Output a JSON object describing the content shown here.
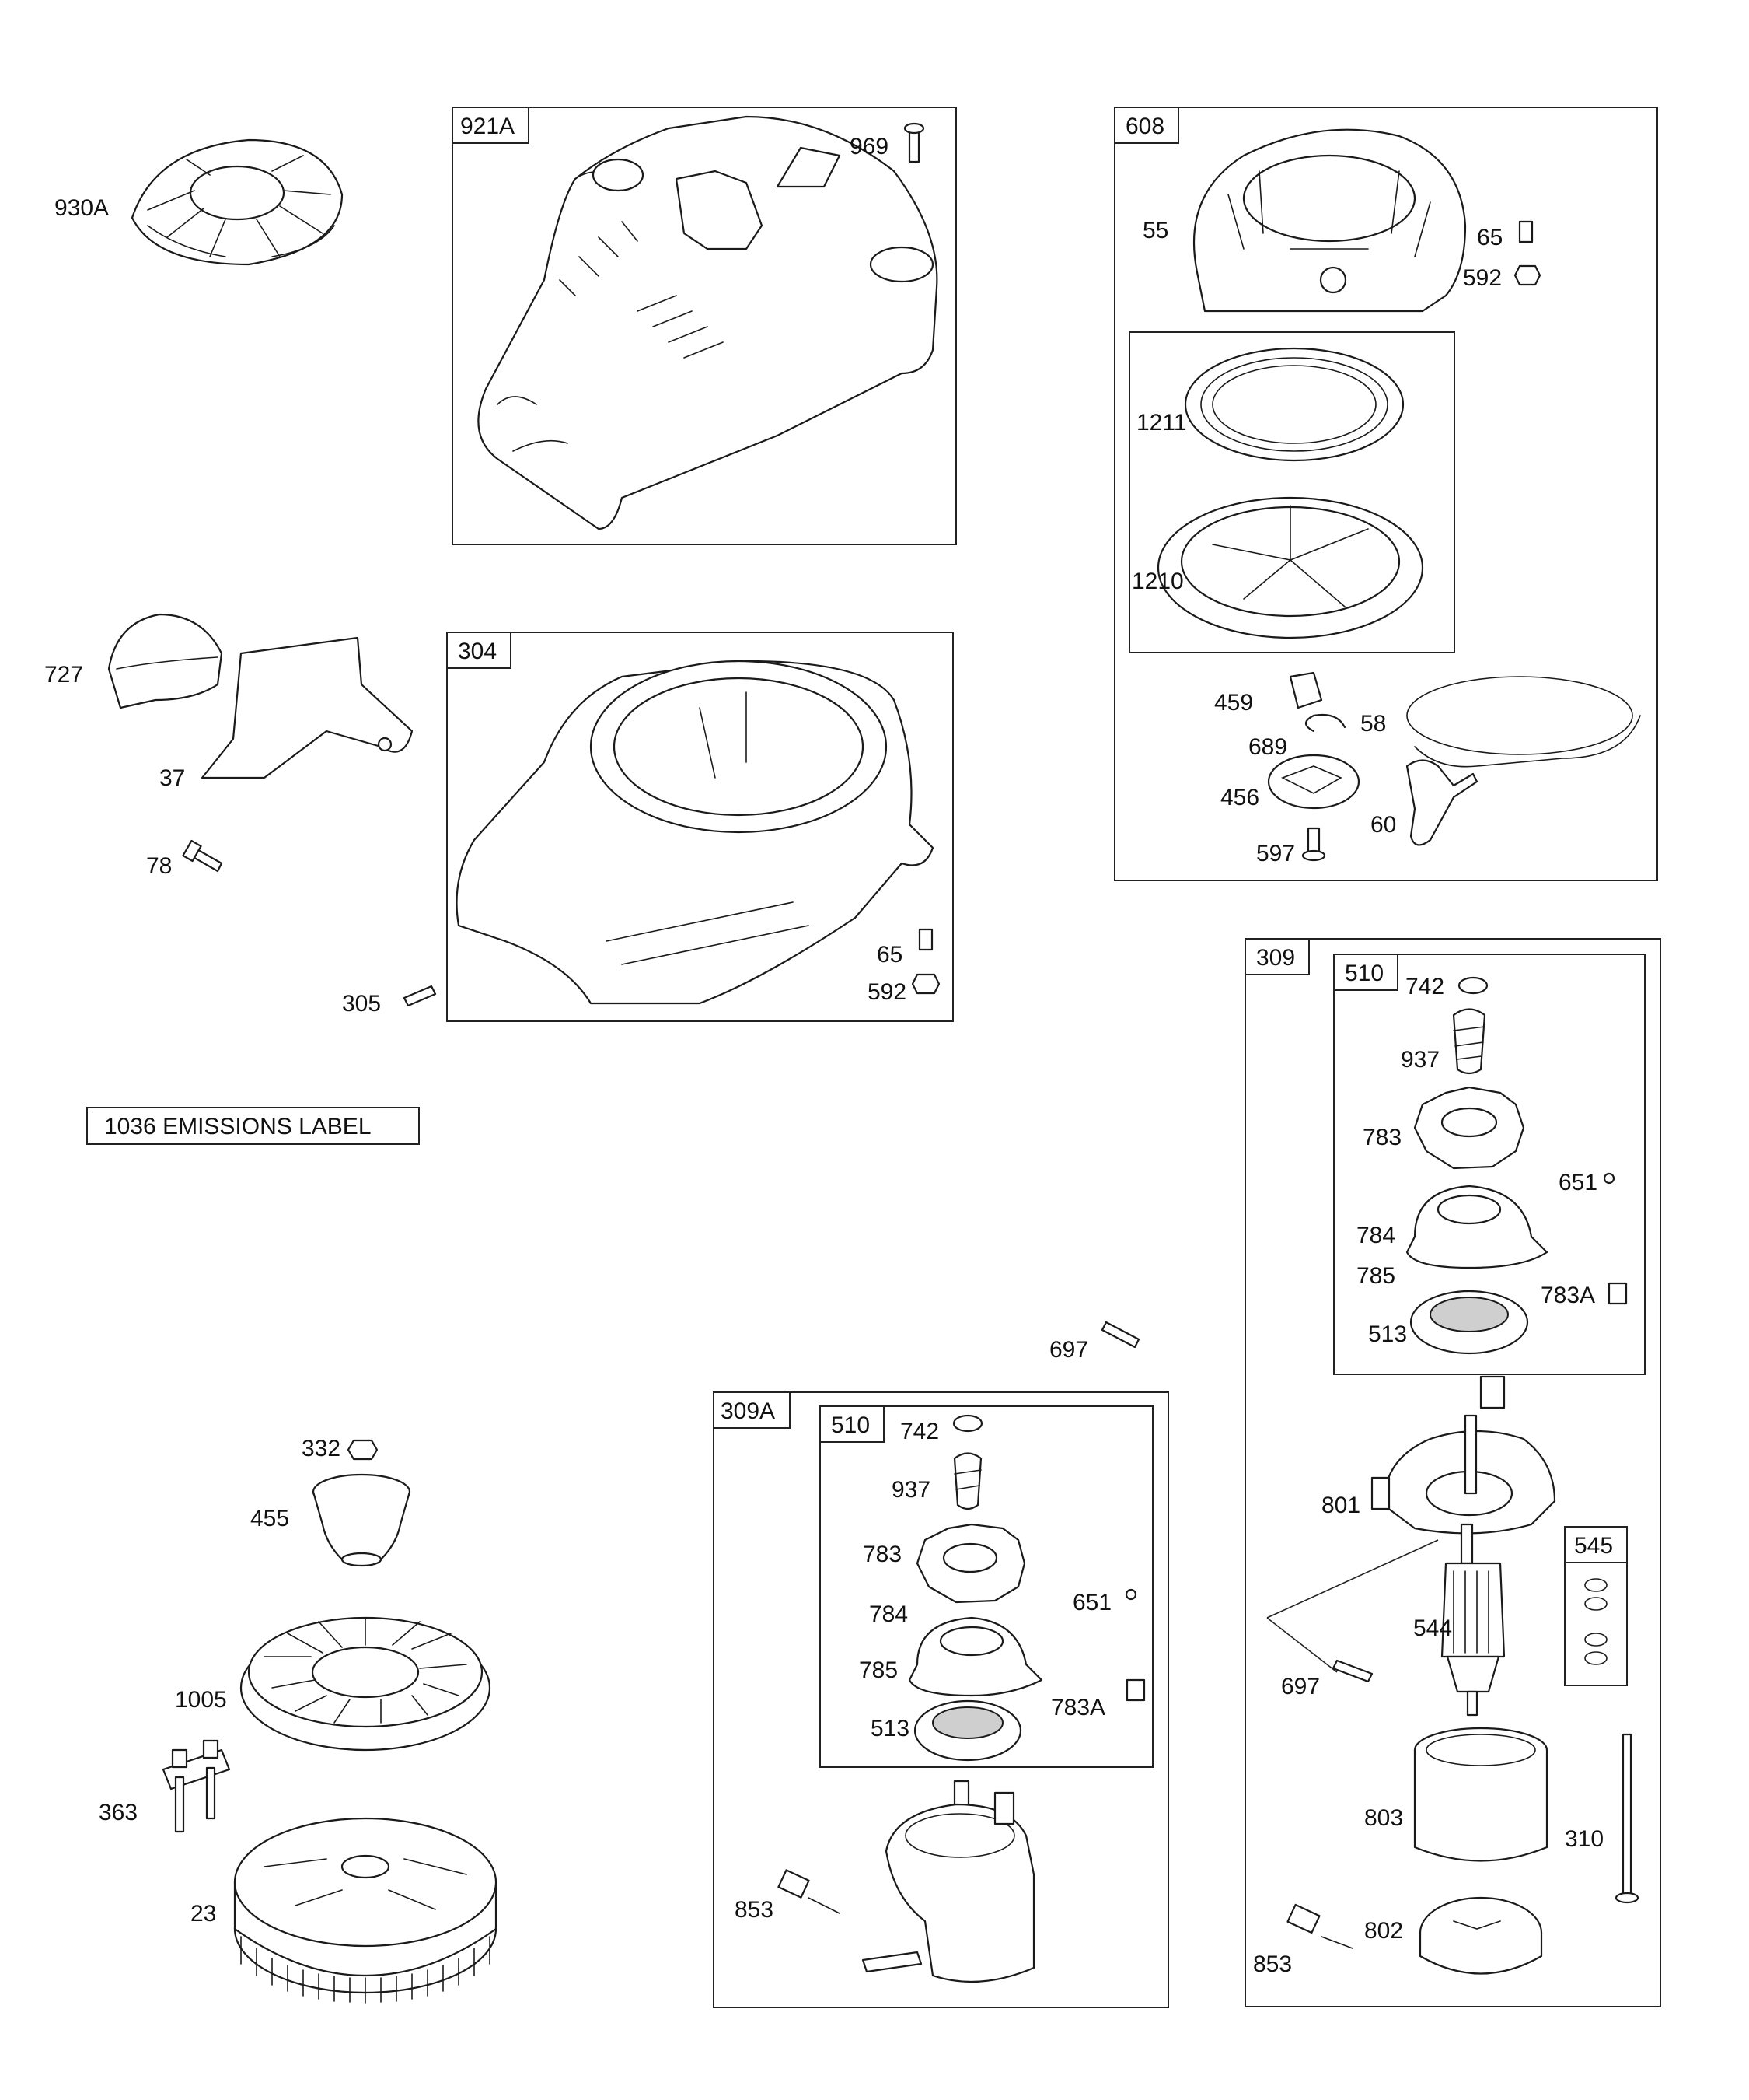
{
  "groups": {
    "g921A": "921A",
    "g304": "304",
    "g608": "608",
    "g309": "309",
    "g510a": "510",
    "g545": "545",
    "g309A": "309A",
    "g510b": "510"
  },
  "emissions_label": "1036 EMISSIONS LABEL",
  "labels": {
    "p930A": "930A",
    "p969": "969",
    "p727": "727",
    "p37": "37",
    "p78": "78",
    "p305": "305",
    "p65a": "65",
    "p592a": "592",
    "p55": "55",
    "p65b": "65",
    "p592b": "592",
    "p1211": "1211",
    "p1210": "1210",
    "p459": "459",
    "p58": "58",
    "p689": "689",
    "p456": "456",
    "p60": "60",
    "p597": "597",
    "p742a": "742",
    "p937a": "937",
    "p783a": "783",
    "p651a": "651",
    "p784a": "784",
    "p785a": "785",
    "p783Aa": "783A",
    "p513a": "513",
    "p697a": "697",
    "p801": "801",
    "p544": "544",
    "p697b": "697",
    "p803": "803",
    "p310": "310",
    "p853a": "853",
    "p802": "802",
    "p332": "332",
    "p455": "455",
    "p1005": "1005",
    "p363": "363",
    "p23": "23",
    "p742b": "742",
    "p937b": "937",
    "p783b": "783",
    "p651b": "651",
    "p784b": "784",
    "p785b": "785",
    "p783Ab": "783A",
    "p513b": "513",
    "p853b": "853"
  }
}
